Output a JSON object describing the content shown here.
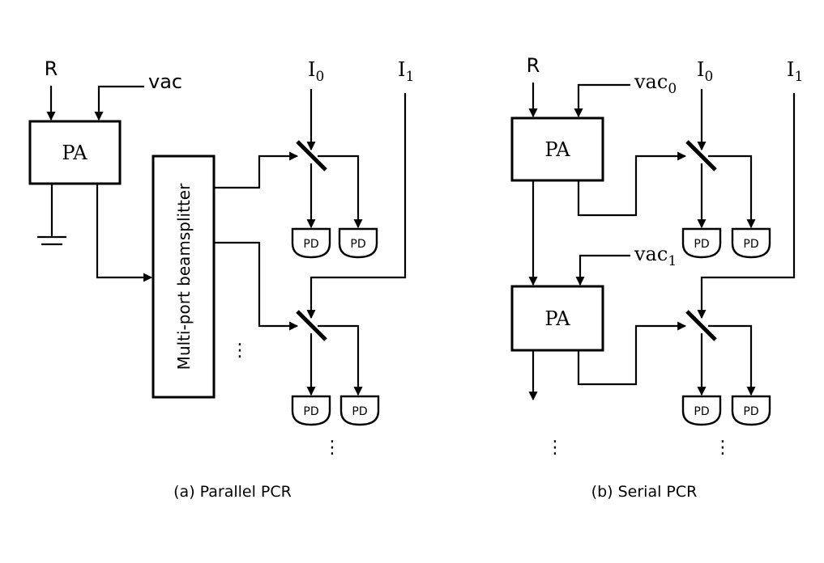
{
  "diagram": {
    "parallel": {
      "caption": "(a) Parallel PCR",
      "input_r": "R",
      "input_vac": "vac",
      "pa_label": "PA",
      "beamsplitter_label": "Multi-port beamsplitter",
      "input_i0": {
        "base": "I",
        "sub": "0"
      },
      "input_i1": {
        "base": "I",
        "sub": "1"
      },
      "detector_label": "PD",
      "continuation": "⋮"
    },
    "serial": {
      "caption": "(b) Serial PCR",
      "input_r": "R",
      "input_vac0": {
        "base": "vac",
        "sub": "0"
      },
      "input_vac1": {
        "base": "vac",
        "sub": "1"
      },
      "input_i0": {
        "base": "I",
        "sub": "0"
      },
      "input_i1": {
        "base": "I",
        "sub": "1"
      },
      "pa_label": "PA",
      "detector_label": "PD",
      "continuation": "⋮"
    }
  }
}
